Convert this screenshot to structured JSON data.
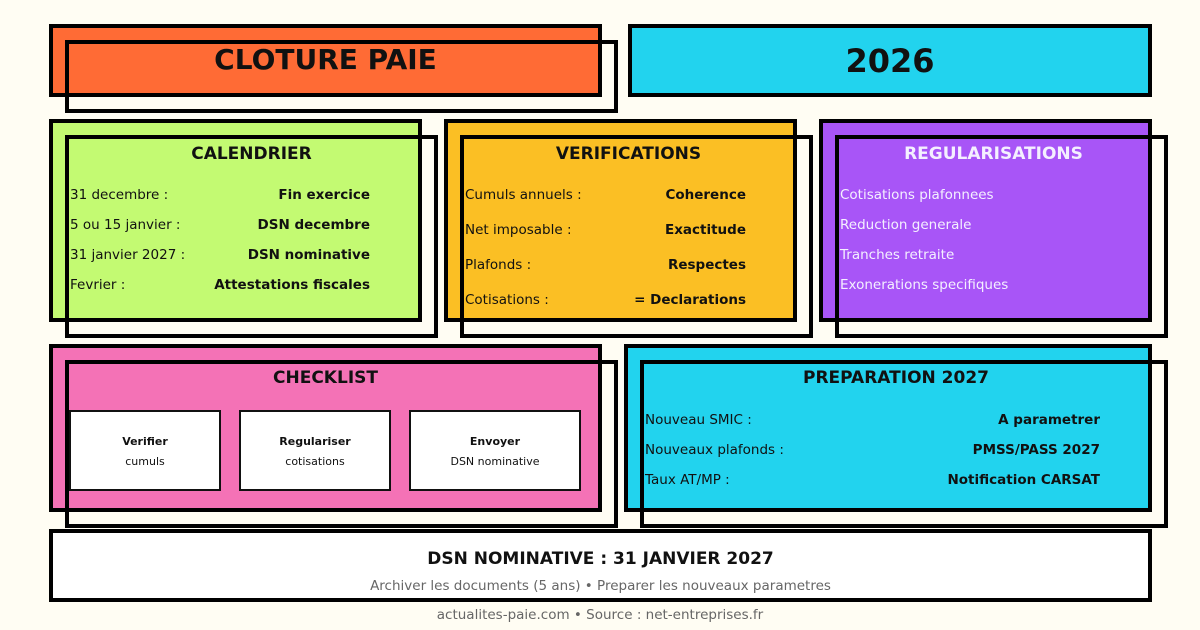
{
  "header": {
    "title": "CLOTURE PAIE",
    "year": "2026",
    "colors": {
      "title_bg": "#ff6b35",
      "year_bg": "#22d3ee"
    }
  },
  "calendrier": {
    "title": "CALENDRIER",
    "color": "#c3fa72",
    "rows": [
      {
        "label": "31 decembre :",
        "value": "Fin exercice"
      },
      {
        "label": "5 ou 15 janvier :",
        "value": "DSN decembre"
      },
      {
        "label": "31 janvier 2027 :",
        "value": "DSN nominative"
      },
      {
        "label": "Fevrier :",
        "value": "Attestations fiscales"
      }
    ]
  },
  "verifications": {
    "title": "VERIFICATIONS",
    "color": "#fbbf24",
    "rows": [
      {
        "label": "Cumuls annuels :",
        "value": "Coherence"
      },
      {
        "label": "Net imposable :",
        "value": "Exactitude"
      },
      {
        "label": "Plafonds :",
        "value": "Respectes"
      },
      {
        "label": "Cotisations :",
        "value": "= Declarations"
      }
    ]
  },
  "regularisations": {
    "title": "REGULARISATIONS",
    "color": "#a855f7",
    "items": [
      "Cotisations plafonnees",
      "Reduction generale",
      "Tranches retraite",
      "Exonerations specifiques"
    ]
  },
  "checklist": {
    "title": "CHECKLIST",
    "color": "#f472b6",
    "cards": [
      {
        "title": "Verifier",
        "subtitle": "cumuls"
      },
      {
        "title": "Regulariser",
        "subtitle": "cotisations"
      },
      {
        "title": "Envoyer",
        "subtitle": "DSN nominative"
      }
    ]
  },
  "preparation": {
    "title": "PREPARATION 2027",
    "color": "#22d3ee",
    "rows": [
      {
        "label": "Nouveau SMIC :",
        "value": "A parametrer"
      },
      {
        "label": "Nouveaux plafonds :",
        "value": "PMSS/PASS 2027"
      },
      {
        "label": "Taux AT/MP :",
        "value": "Notification CARSAT"
      }
    ]
  },
  "banner": {
    "headline": "DSN NOMINATIVE : 31 JANVIER 2027",
    "subline": "Archiver les documents (5 ans) • Preparer les nouveaux parametres"
  },
  "footer": {
    "credit": "actualites-paie.com • Source : net-entreprises.fr"
  }
}
